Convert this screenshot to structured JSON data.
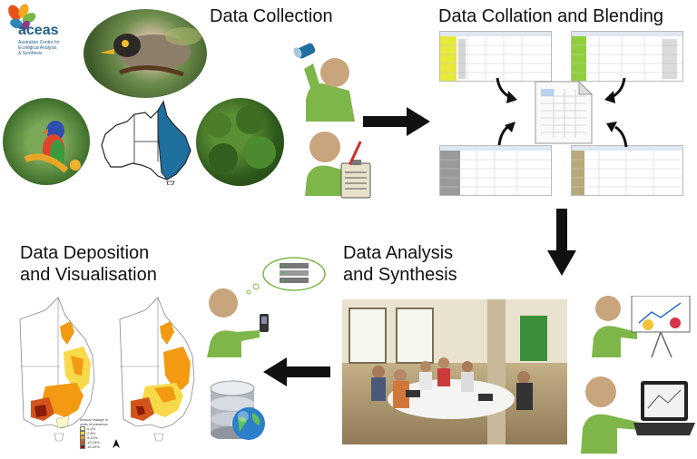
{
  "logo": {
    "name": "aceas",
    "tagline_lines": [
      "Australian Centre for",
      "Ecological Analysis",
      "& Synthesis"
    ]
  },
  "headings": {
    "collection": "Data Collection",
    "collation": "Data Collation and Blending",
    "deposition_line1": "Data Deposition",
    "deposition_line2": "and Visualisation",
    "analysis_line1": "Data Analysis",
    "analysis_line2": "and Synthesis"
  },
  "map_legend": {
    "title_lines": [
      "Annual change in",
      "odds of presence"
    ],
    "items": [
      "0-2%",
      "2-5%",
      "5-10%",
      "10-15%",
      "15-20%"
    ]
  },
  "colors": {
    "person_head": "#c8a57c",
    "person_body": "#7fb64a",
    "australia_blue": "#1f6f9f",
    "arrow": "#111111",
    "legend_swatches": [
      "#fff7c8",
      "#f8d94a",
      "#f39a12",
      "#d3541a",
      "#8a1a0a"
    ]
  },
  "icons": [
    "binoculars-icon",
    "clipboard-icon",
    "spreadsheet-icon",
    "server-icon",
    "database-icon",
    "globe-icon",
    "presentation-board-icon",
    "laptop-icon",
    "handheld-device-icon"
  ]
}
